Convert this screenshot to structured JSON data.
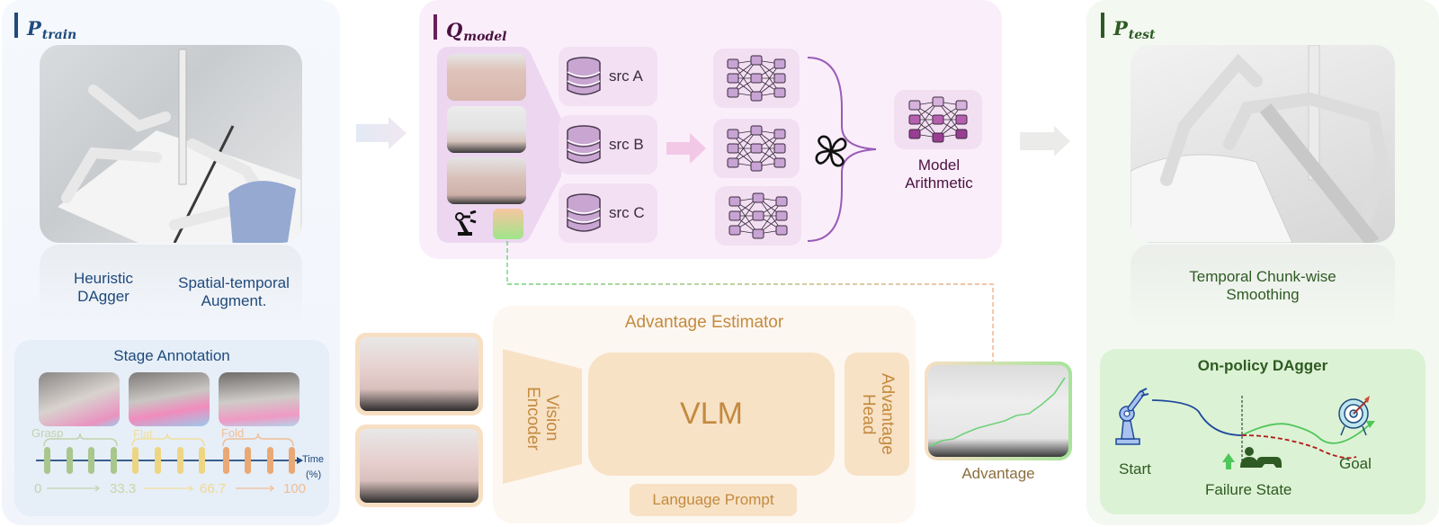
{
  "colors": {
    "train_accent": "#1f4a7c",
    "model_accent": "#6b1f5a",
    "test_accent": "#2e5a23",
    "advantage_accent": "#c38a3f",
    "grasp": "#a9c68c",
    "flat": "#eed582",
    "fold": "#eaa974",
    "db_fill": "#c9a6d2",
    "nn_node": "#c8a4d4",
    "nn_node_dark": "#9a3d93",
    "success_path": "#4fc65a",
    "failure_path": "#b01818",
    "start_path": "#1f4a9c"
  },
  "train": {
    "title_main": "P",
    "title_sub": "train",
    "label_heuristic": [
      "Heuristic",
      "DAgger"
    ],
    "label_augment": [
      "Spatial-temporal",
      "Augment."
    ],
    "stage_annotation": {
      "title": "Stage Annotation",
      "stages": [
        "Grasp",
        "Flat",
        "Fold"
      ],
      "axis_label": [
        "Time",
        "(%)"
      ],
      "milestones": [
        "0",
        "33.3",
        "66.7",
        "100"
      ]
    }
  },
  "model": {
    "title_main": "Q",
    "title_sub": "model",
    "sources": [
      "src A",
      "src B",
      "src C"
    ],
    "merge_label": [
      "Model",
      "Arithmetic"
    ]
  },
  "advantage_estimator": {
    "title": "Advantage Estimator",
    "vision_encoder": "Vision Encoder",
    "vlm": "VLM",
    "head": "Advantage Head",
    "language_prompt": "Language Prompt",
    "output_label": "Advantage"
  },
  "test": {
    "title_main": "P",
    "title_sub": "test",
    "smoothing_label": [
      "Temporal Chunk-wise",
      "Smoothing"
    ],
    "dagger": {
      "title": "On-policy DAgger",
      "start": "Start",
      "goal": "Goal",
      "failure": "Failure State"
    }
  }
}
